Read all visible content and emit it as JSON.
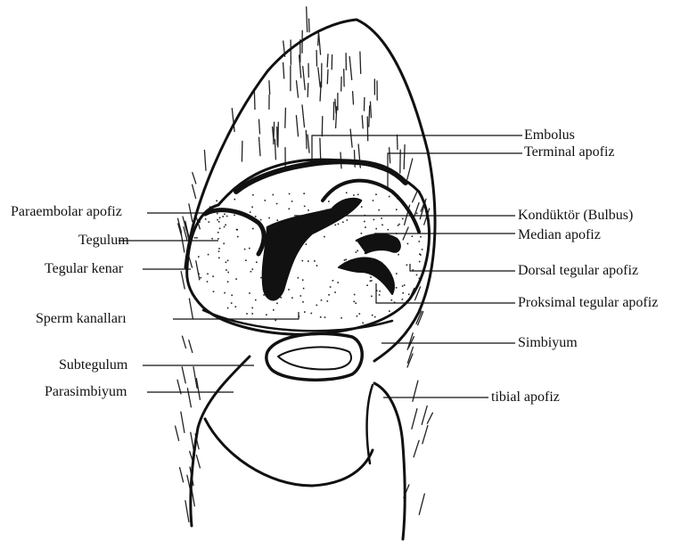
{
  "figure": {
    "ink_color": "#111111",
    "background_color": "#ffffff",
    "labels_left": [
      {
        "id": "paraembolar",
        "text": "Paraembolar apofiz"
      },
      {
        "id": "tegulum",
        "text": "Tegulum"
      },
      {
        "id": "tegular-kenar",
        "text": "Tegular kenar"
      },
      {
        "id": "sperm",
        "text": "Sperm kanalları"
      },
      {
        "id": "subtegulum",
        "text": "Subtegulum"
      },
      {
        "id": "parasimbiyum",
        "text": "Parasimbiyum"
      }
    ],
    "labels_right": [
      {
        "id": "embolus",
        "text": "Embolus"
      },
      {
        "id": "terminal",
        "text": "Terminal apofiz"
      },
      {
        "id": "konduktor",
        "text": "Kondüktör (Bulbus)"
      },
      {
        "id": "median",
        "text": "Median apofiz"
      },
      {
        "id": "dorsal",
        "text": "Dorsal tegular apofiz"
      },
      {
        "id": "proksimal",
        "text": "Proksimal tegular apofiz"
      },
      {
        "id": "simbiyum",
        "text": "Simbiyum"
      },
      {
        "id": "tibial",
        "text": "tibial apofiz"
      }
    ]
  }
}
